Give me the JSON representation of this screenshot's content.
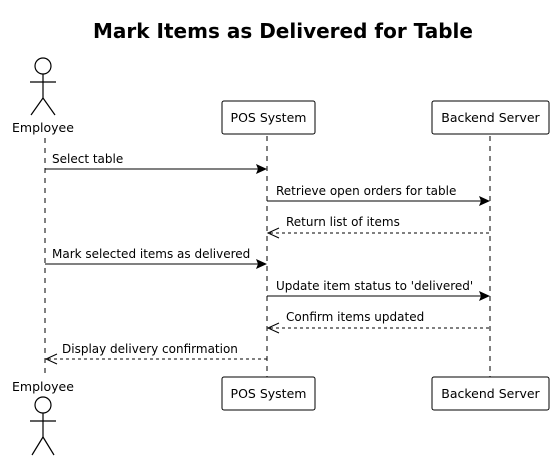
{
  "title": "Mark Items as Delivered for Table",
  "participants": [
    {
      "id": "employee",
      "label": "Employee",
      "kind": "actor"
    },
    {
      "id": "pos",
      "label": "POS System",
      "kind": "box"
    },
    {
      "id": "backend",
      "label": "Backend Server",
      "kind": "box"
    }
  ],
  "messages": [
    {
      "from": "employee",
      "to": "pos",
      "label": "Select table",
      "style": "solid"
    },
    {
      "from": "pos",
      "to": "backend",
      "label": "Retrieve open orders for table",
      "style": "solid"
    },
    {
      "from": "backend",
      "to": "pos",
      "label": "Return list of items",
      "style": "dashed"
    },
    {
      "from": "employee",
      "to": "pos",
      "label": "Mark selected items as delivered",
      "style": "solid"
    },
    {
      "from": "pos",
      "to": "backend",
      "label": "Update item status to 'delivered'",
      "style": "solid"
    },
    {
      "from": "backend",
      "to": "pos",
      "label": "Confirm items updated",
      "style": "dashed"
    },
    {
      "from": "pos",
      "to": "employee",
      "label": "Display delivery confirmation",
      "style": "dashed"
    }
  ]
}
